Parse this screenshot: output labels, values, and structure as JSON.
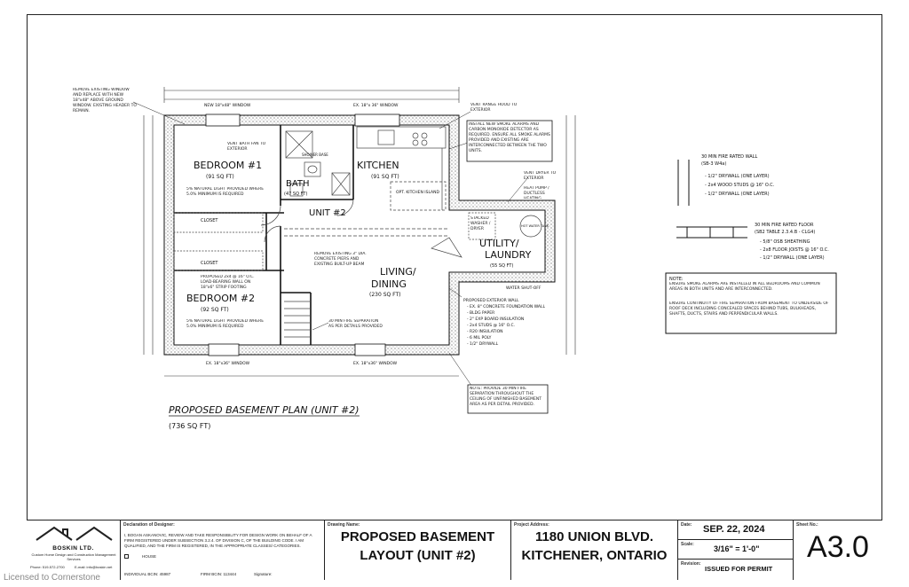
{
  "plan": {
    "title": "PROPOSED BASEMENT PLAN (UNIT #2)",
    "area": "(736 SQ FT)",
    "rooms": {
      "bedroom1": "BEDROOM #1",
      "bedroom1_area": "(91 SQ FT)",
      "bedroom2": "BEDROOM #2",
      "bedroom2_area": "(92 SQ FT)",
      "bath": "BATH",
      "bath_area": "(47 SQ FT)",
      "kitchen": "KITCHEN",
      "kitchen_area": "(91 SQ FT)",
      "unit": "UNIT #2",
      "living": "LIVING/",
      "dining": "DINING",
      "living_area": "(230 SQ FT)",
      "utility": "UTILITY/",
      "laundry": "LAUNDRY",
      "utility_area": "(55 SQ FT)",
      "closet": "CLOSET",
      "kitchen_island": "OPT. KITCHEN ISLAND",
      "hot_water_tank": "HOT WATER TANK"
    },
    "notes": {
      "remove_window": "REMOVE EXISTING WINDOW AND REPLACE WITH NEW 18\"x48\" ABOVE GROUND WINDOW. EXISTING HEADER TO REMAIN.",
      "new_window_top": "NEW 18\"x48\" WINDOW",
      "ex_window_top": "EX. 18\"x 36\" WINDOW",
      "range_hood": "VENT RANGE HOOD TO EXTERIOR",
      "smoke_alarms": "INSTALL NEW SMOKE ALARMS AND CARBON MONOXIDE DETECTOR AS REQUIRED. ENSURE ALL SMOKE ALARMS PROVIDED AND EXISTING ARE INTERCONNECTED BETWEEN THE TWO UNITS.",
      "bath_fan": "VENT BATH FAN TO EXTERIOR",
      "shower": "SHOWER BASE",
      "light_br1": "5% NATURAL LIGHT PROVIDED WHERE 5.0% MINIMUM IS REQUIRED",
      "light_br2": "5% NATURAL LIGHT PROVIDED WHERE 5.0% MINIMUM IS REQUIRED",
      "dryer": "VENT DRYER TO EXTERIOR",
      "sump": "HEAT PUMP / DUCTLESS HEATING",
      "stacked": "STACKED WASHER / DRYER",
      "water_shut": "WATER SHUT-OFF",
      "bearing_wall": "PROPOSED 2x4 @ 16\" O.C. LOAD-BEARING WALL ON 18\"x6\" STRIP FOOTING",
      "beam": "REMOVE EXISTING 3\" DIA. CONCRETE PIERS AND EXISTING BUILT-UP BEAM",
      "separation": "30 MIN FIRE SEPARATION AS PER DETAILS PROVIDED",
      "exterior_wall": "PROPOSED EXTERIOR WALL",
      "ex_wall_items": [
        "- EX. 8\" CONCRETE FOUNDATION WALL",
        "- BLDG PAPER",
        "- 2\" EXP BOARD INSULATION",
        "- 2x4 STUDS @ 16\" O.C.",
        "- R20 INSULATION",
        "- 6 MIL POLY",
        "- 1/2\" DRYWALL"
      ],
      "ex_window_bottom1": "EX. 18\"x36\" WINDOW",
      "ex_window_bottom2": "EX. 18\"x36\" WINDOW",
      "fire_ceiling": "NOTE: PROVIDE 30 MIN FIRE SEPARATION THROUGHOUT THE CEILING OF UNFINISHED BASEMENT AREA AS PER DETAIL PROVIDED."
    },
    "legend": {
      "wall_title": "30 MIN FIRE RATED WALL",
      "wall_ref": "(SB-3 W4a)",
      "wall_items": [
        "- 1/2\" DRYWALL (ONE LAYER)",
        "- 2x4 WOOD STUDS @ 16\" O.C.",
        "- 1/2\" DRYWALL (ONE LAYER)"
      ],
      "floor_title": "30 MIN FIRE RATED FLOOR",
      "floor_ref": "(SB2 TABLE 2.3.4.B - CLG4)",
      "floor_items": [
        "- 5/8\" OSB SHEATHING",
        "- 2x8 FLOOR JOISTS @ 16\" O.C.",
        "- 1/2\" DRYWALL (ONE LAYER)"
      ]
    },
    "note_box": {
      "title": "NOTE:",
      "line1": "ENSURE SMOKE ALARMS ARE INSTALLED IN ALL BEDROOMS AND COMMON AREAS IN BOTH UNITS AND ARE INTERCONNECTED.",
      "line2": "ENSURE CONTINUITY OF FIRE SEPARATION FROM BASEMENT TO UNDERSIDE OF ROOF DECK INCLUDING CONCEALED SPACES BEHIND TUBS, BULKHEADS, SHAFTS, DUCTS, STAIRS AND PERPENDICULAR WALLS."
    }
  },
  "title_block": {
    "company": "BOSKIN LTD.",
    "company_sub": "Custom Home Design and Construction Management Services",
    "phone": "Phone: 519-572-2700",
    "email": "E-mail: info@boskin.net",
    "declaration_label": "Declaration of Designer:",
    "declaration": "I, BOGAN ASKANOVIC, REVIEW AND TAKE RESPONSIBILITY FOR DESIGN WORK ON BEHALF OF A FIRM REGISTERED UNDER SUBSECTION 3.2.4. OF DIVISION C, OF THE BUILDING CODE. I AM QUALIFIED, AND THE FIRM IS REGISTERED, IN THE APPROPRIATE CLASSES/ CATEGORIES.",
    "house": "HOUSE",
    "bcin": "INDIVIDUAL BCIN: 45987",
    "firm_bcin": "FIRM BCIN: 113444",
    "signature": "Signature:",
    "drawing_label": "Drawing Name:",
    "drawing_line1": "PROPOSED BASEMENT",
    "drawing_line2": "LAYOUT (UNIT #2)",
    "address_label": "Project Address:",
    "address_line1": "1180 UNION BLVD.",
    "address_line2": "KITCHENER, ONTARIO",
    "date_label": "Date:",
    "date": "SEP. 22, 2024",
    "scale_label": "Scale:",
    "scale": "3/16\" = 1'-0\"",
    "revision_label": "Revision:",
    "revision": "ISSUED FOR PERMIT",
    "sheet_label": "Sheet No.:",
    "sheet": "A3.0"
  },
  "watermark": "Licensed to Cornerstone"
}
